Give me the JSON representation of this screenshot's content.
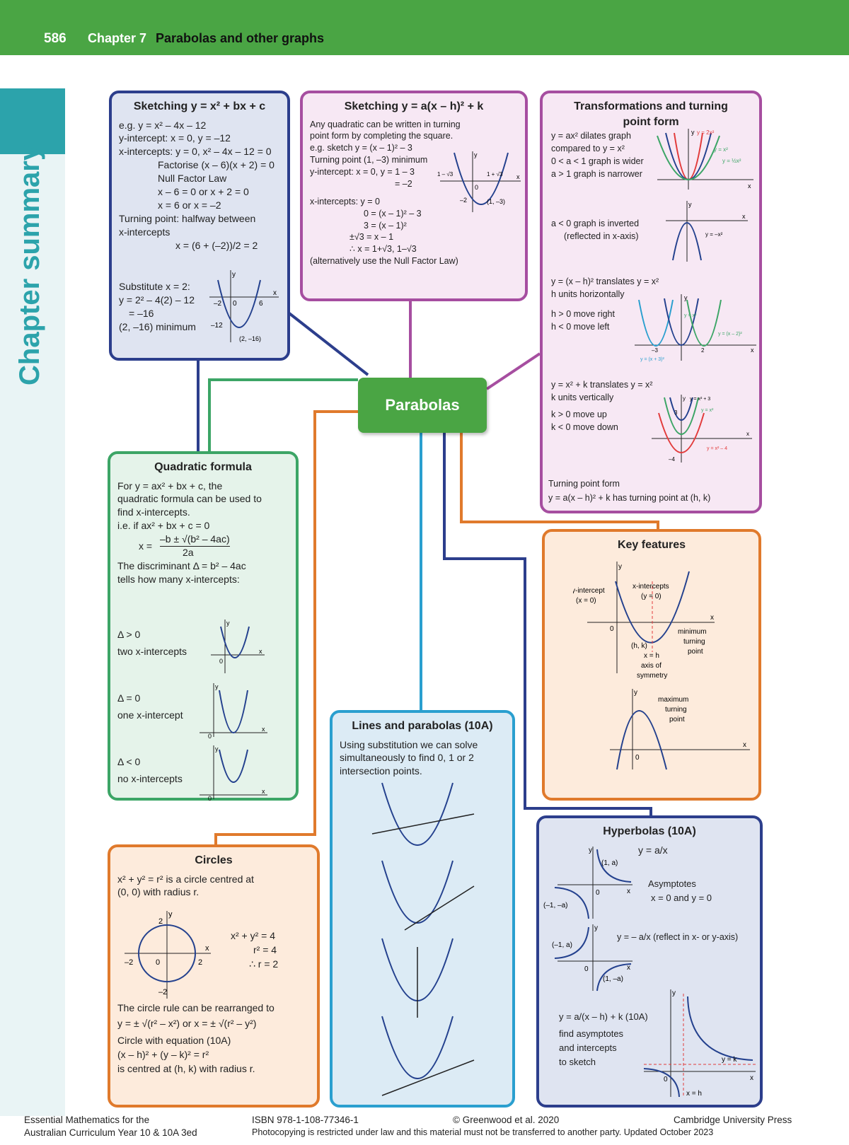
{
  "header": {
    "page_number": "586",
    "chapter": "Chapter 7",
    "chapter_title": "Parabolas and other graphs"
  },
  "side_label": "Chapter summary",
  "centre_label": "Parabolas",
  "sketching1": {
    "title": "Sketching y = x² + bx + c",
    "lines": [
      "e.g. y = x² – 4x – 12",
      "y-intercept: x = 0, y = –12",
      "x-intercepts: y = 0, x² – 4x – 12 = 0"
    ],
    "indented": [
      "Factorise (x – 6)(x + 2) = 0",
      "Null Factor Law",
      "x – 6 = 0 or x + 2 = 0",
      "x = 6 or x = –2"
    ],
    "lines2": [
      "Turning point: halfway between",
      "x-intercepts"
    ],
    "x_mid": "x = (6 + (–2))/2 = 2",
    "lines3": [
      "Substitute x = 2:",
      "y = 2² – 4(2) – 12",
      "= –16",
      "(2, –16) minimum"
    ],
    "graph_labels": {
      "y": "y",
      "x": "x",
      "neg2": "–2",
      "zero": "0",
      "six": "6",
      "neg12": "–12",
      "tp": "(2, –16)"
    }
  },
  "sketching2": {
    "title": "Sketching y = a(x – h)² + k",
    "lines": [
      "Any quadratic can be written in turning",
      "point form by completing the square.",
      "e.g. sketch y = (x – 1)² – 3",
      "Turning point (1, –3) minimum",
      "y-intercept: x = 0, y = 1 – 3",
      "= –2"
    ],
    "lines2": [
      "x-intercepts: y = 0",
      "0 = (x – 1)² – 3",
      "3 = (x – 1)²",
      "±√3 = x – 1",
      "∴ x = 1+√3, 1–√3",
      "(alternatively use the Null Factor Law)"
    ],
    "graph_labels": {
      "y": "y",
      "x": "x",
      "l": "1 – √3",
      "r": "1 + √3",
      "zero": "0",
      "neg2": "–2",
      "tp": "(1, –3)"
    }
  },
  "transformations": {
    "title": "Transformations and turning point form",
    "dilate": [
      "y = ax² dilates graph",
      "compared to y = x²",
      "0 < a < 1 graph is wider",
      "a > 1 graph is narrower"
    ],
    "invert": [
      "a < 0 graph is inverted",
      "(reflected in x-axis)"
    ],
    "horiz": [
      "y = (x – h)² translates y = x²",
      "h units horizontally",
      "h > 0 move right",
      "h < 0 move left"
    ],
    "vert": [
      "y = x² + k translates y = x²",
      "k units vertically",
      "k > 0 move up",
      "k < 0 move down"
    ],
    "tpf": [
      "Turning point form",
      "y = a(x – h)² + k has turning point at (h, k)"
    ],
    "g1": {
      "y": "y",
      "x": "x",
      "a": "y = 2x²",
      "b": "y = x²",
      "c": "y = ½x²"
    },
    "g2": {
      "y": "y",
      "x": "x",
      "a": "y = –x²"
    },
    "g3": {
      "y": "y",
      "x": "x",
      "a": "y = x²",
      "b": "y = (x – 2)²",
      "c": "y = (x + 3)²",
      "neg3": "–3",
      "two": "2"
    },
    "g4": {
      "y": "y",
      "x": "x",
      "a": "y = x² + 3",
      "b": "y = x²",
      "c": "y = x² – 4",
      "neg4": "–4",
      "three": "3"
    }
  },
  "quadratic": {
    "title": "Quadratic formula",
    "lines": [
      "For y = ax² + bx + c, the",
      "quadratic formula can be used to",
      "find x-intercepts.",
      "i.e. if ax² + bx + c = 0"
    ],
    "formula_num": "–b ± √(b² – 4ac)",
    "formula_lhs": "x =",
    "formula_den": "2a",
    "disc": [
      "The discriminant Δ = b² – 4ac",
      "tells how many x-intercepts:"
    ],
    "cases": [
      {
        "cond": "Δ > 0",
        "text": "two x-intercepts"
      },
      {
        "cond": "Δ = 0",
        "text": "one x-intercept"
      },
      {
        "cond": "Δ < 0",
        "text": "no x-intercepts"
      }
    ],
    "axis": {
      "y": "y",
      "x": "x",
      "zero": "0"
    }
  },
  "key": {
    "title": "Key features",
    "labels": {
      "yint": "y-intercept",
      "yint2": "(x = 0)",
      "xint": "x-intercepts",
      "xint2": "(y = 0)",
      "min": "minimum",
      "min2": "turning",
      "min3": "point",
      "hk": "(h, k)",
      "xh": "x = h",
      "axis1": "axis of",
      "axis2": "symmetry",
      "max": "maximum",
      "max2": "turning",
      "max3": "point",
      "y": "y",
      "x": "x",
      "zero": "0"
    }
  },
  "circles": {
    "title": "Circles",
    "lines": [
      "x² + y² = r² is a circle centred at",
      "(0, 0) with radius r."
    ],
    "eq": [
      "x² + y² = 4",
      "r² = 4",
      "∴ r = 2"
    ],
    "lines2": [
      "The circle rule can be rearranged to",
      "y = ± √(r² – x²)  or  x = ± √(r² – y²)",
      "Circle with equation (10A)",
      "(x – h)² + (y – k)² = r²",
      "is centred at (h, k) with radius r."
    ],
    "graph": {
      "y": "y",
      "x": "x",
      "two": "2",
      "neg2": "–2",
      "zero": "0",
      "top": "2",
      "bot": "–2"
    }
  },
  "lines_parabolas": {
    "title": "Lines and parabolas (10A)",
    "lines": [
      "Using substitution we can solve",
      "simultaneously to find 0, 1 or 2",
      "intersection points."
    ]
  },
  "hyperbolas": {
    "title": "Hyperbolas (10A)",
    "eq1": "y = a/x",
    "asym": [
      "Asymptotes",
      "x = 0 and y = 0"
    ],
    "eq2": "y = – a/x (reflect in x- or y-axis)",
    "eq3": "y = a/(x – h) + k (10A)",
    "eq3text": [
      "find asymptotes",
      "and intercepts",
      "to sketch"
    ],
    "g1": {
      "y": "y",
      "x": "x",
      "zero": "0",
      "p1": "(1, a)",
      "p2": "(–1, –a)"
    },
    "g2": {
      "y": "y",
      "x": "x",
      "zero": "0",
      "p1": "(–1, a)",
      "p2": "(1, –a)"
    },
    "g3": {
      "y": "y",
      "x": "x",
      "zero": "0",
      "yk": "y = k",
      "xh": "x = h"
    }
  },
  "footer": {
    "left1": "Essential Mathematics for the",
    "left2": "Australian Curriculum Year 10 & 10A 3ed",
    "isbn": "ISBN 978-1-108-77346-1",
    "copy": "© Greenwood et al. 2020",
    "press": "Cambridge University Press",
    "notice": "Photocopying is restricted under law and this material must not be transferred to another party. Updated October 2023"
  },
  "colors": {
    "green": "#4aa544",
    "teal": "#2ca3ab",
    "navy": "#2c3e8c",
    "purple": "#a64ea0",
    "orange": "#e07a2c",
    "blue": "#2a9fcf",
    "curve": "#24418e"
  }
}
